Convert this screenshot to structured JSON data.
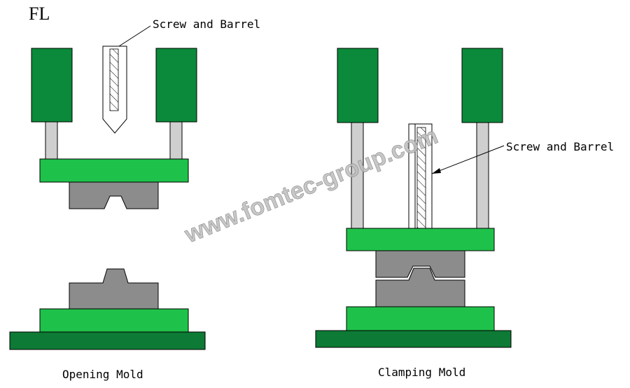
{
  "header": {
    "code": "FL"
  },
  "left_diagram": {
    "callout": "Screw and Barrel",
    "caption": "Opening Mold"
  },
  "right_diagram": {
    "callout": "Screw and Barrel",
    "caption": "Clamping Mold"
  },
  "watermark": "www.fomtec-group.com",
  "colors": {
    "dark_green": "#0a8a3a",
    "bright_green": "#1ec24a",
    "base_green": "#0d7a35",
    "mold_gray": "#8c8c8c",
    "rod_gray": "#cfcfcf",
    "outline": "#000000",
    "watermark": "#b9b9b9"
  }
}
